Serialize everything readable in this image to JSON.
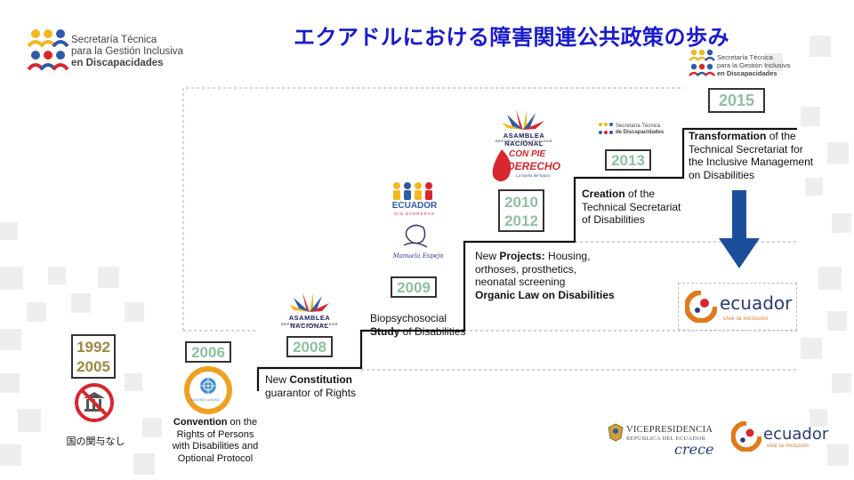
{
  "title": "エクアドルにおける障害関連公共政策の歩み",
  "logo_main": {
    "line1": "Secretaría Técnica",
    "line2": "para la Gestión Inclusiva",
    "line3": "en Discapacidades"
  },
  "logo_2015": {
    "line1": "Secretaría Técnica",
    "line2": "para la Gestión Inclusiva",
    "line3": "en Discapacidades"
  },
  "logo_2013": {
    "line1": "Secretaría Técnica",
    "line2": "de Discapacidades"
  },
  "steps": {
    "s1992": {
      "year1": "1992",
      "year2": "2005",
      "caption": "国の関与なし"
    },
    "s2006": {
      "year": "2006",
      "bold": "Convention",
      "text1": " on the",
      "text2": "Rights of Persons",
      "text3": "with Disabilities and",
      "text4": "Optional Protocol"
    },
    "s2008": {
      "year": "2008",
      "text1": "New ",
      "bold": "Constitution",
      "text2": "guarantor of Rights"
    },
    "s2009": {
      "year": "2009",
      "text1": "Biopsychosocial",
      "bold": "Study",
      "text2": " of Disabilities"
    },
    "s2010": {
      "year1": "2010",
      "year2": "2012",
      "text1a": "New ",
      "bold1": "Projects:",
      "text1b": " Housing,",
      "text2": "orthoses, prosthetics,",
      "text3": "neonatal screening",
      "bold2": "Organic Law on Disabilities"
    },
    "s2013": {
      "year": "2013",
      "bold": "Creation",
      "text1": " of the",
      "text2": "Technical Secretariat",
      "text3": "of Disabilities"
    },
    "s2015": {
      "year": "2015",
      "bold": "Transformation",
      "text1": " of the",
      "text2": "Technical Secretariat for",
      "text3": "the Inclusive Management",
      "text4": "on Disabilities"
    }
  },
  "logos": {
    "asamblea": "ASAMBLEA NACIONAL",
    "asamblea_sub": "REPÚBLICA DEL ECUADOR",
    "ecuador_sin_barreras": "ECUADOR",
    "sin_barreras": "SIN BARRERAS",
    "manuela": "Manuela Espejo",
    "con_pie": "CON PIE",
    "derecho": "DERECHO",
    "la_huella": "La huella del futuro",
    "ecuador_brand": "ecuador",
    "ecuador_brand_sub": "vive la inclusión",
    "vice": "VICEPRESIDENCIA",
    "vice_sub": "REPÚBLICA DEL ECUADOR",
    "crece": "crece",
    "un_sub": "NACIONES UNIDAS"
  },
  "colors": {
    "title": "#1a1acc",
    "step_line": "#111111",
    "year_text": "#8fbfa0",
    "arrow": "#1b4f9c",
    "ecuador_orange": "#e07b1a",
    "ecuador_blue": "#2a3a7a"
  }
}
